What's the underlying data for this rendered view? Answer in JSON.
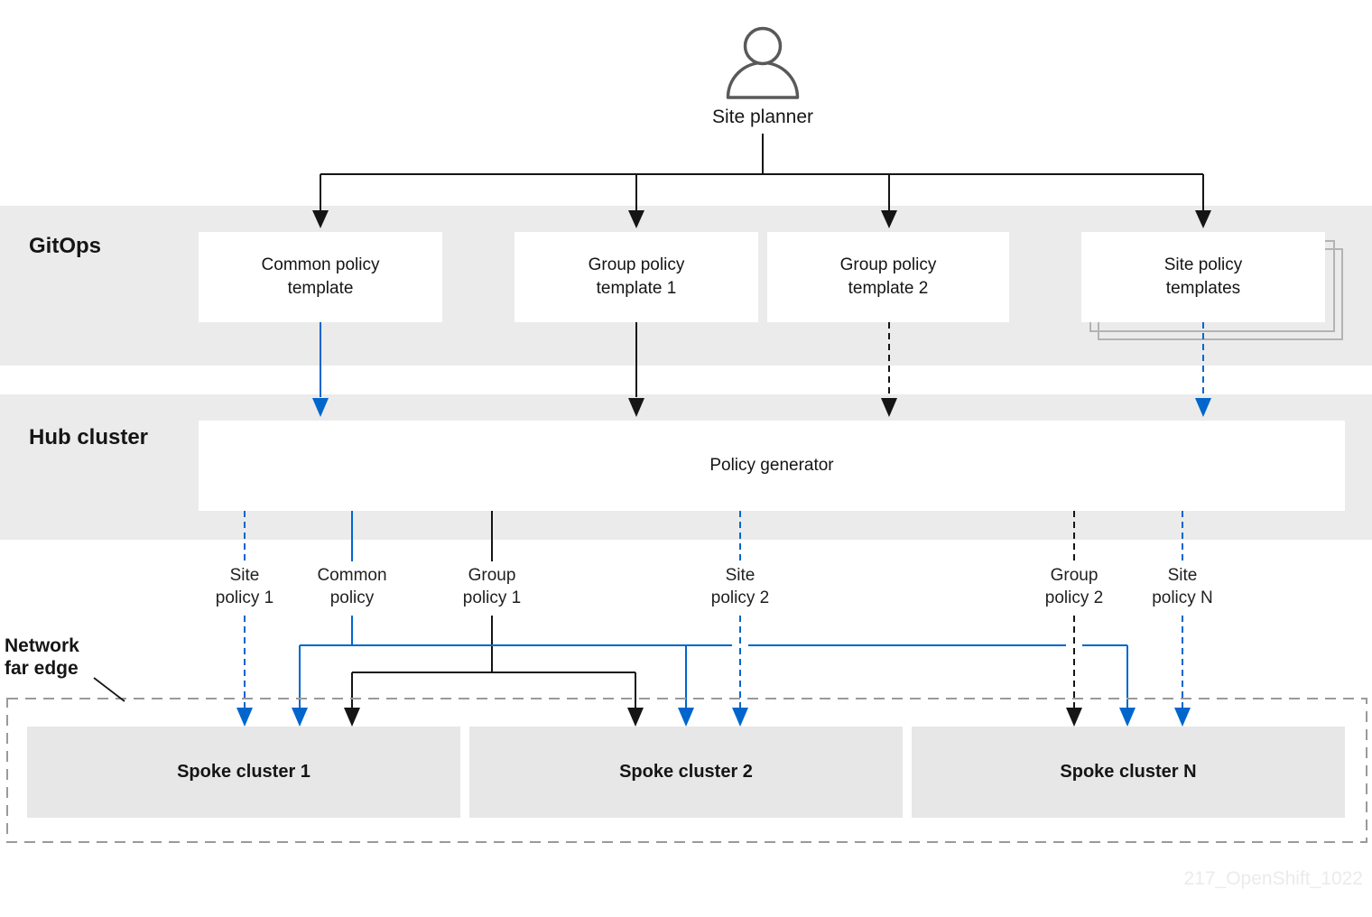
{
  "colors": {
    "accent_blue": "#0066cc",
    "line_black": "#151515",
    "band_gray": "#ebebeb",
    "spoke_gray": "#e7e7e7",
    "dashed_border_gray": "#9a9a9a"
  },
  "actor": {
    "label": "Site planner"
  },
  "bands": {
    "gitops": {
      "label": "GitOps"
    },
    "hub": {
      "label": "Hub cluster"
    }
  },
  "gitops_boxes": [
    {
      "label": "Common policy\ntemplate"
    },
    {
      "label": "Group policy\ntemplate 1"
    },
    {
      "label": "Group policy\ntemplate 2"
    },
    {
      "label": "Site policy\ntemplates"
    }
  ],
  "hub": {
    "policy_generator": "Policy generator"
  },
  "policy_flow_labels": [
    {
      "label": "Site\npolicy 1"
    },
    {
      "label": "Common\npolicy"
    },
    {
      "label": "Group\npolicy 1"
    },
    {
      "label": "Site\npolicy 2"
    },
    {
      "label": "Group\npolicy 2"
    },
    {
      "label": "Site\npolicy N"
    }
  ],
  "network_far_edge": {
    "label": "Network\nfar edge"
  },
  "spoke_clusters": [
    {
      "label": "Spoke cluster 1"
    },
    {
      "label": "Spoke cluster 2"
    },
    {
      "label": "Spoke cluster N"
    }
  ],
  "watermark": "217_OpenShift_1022"
}
